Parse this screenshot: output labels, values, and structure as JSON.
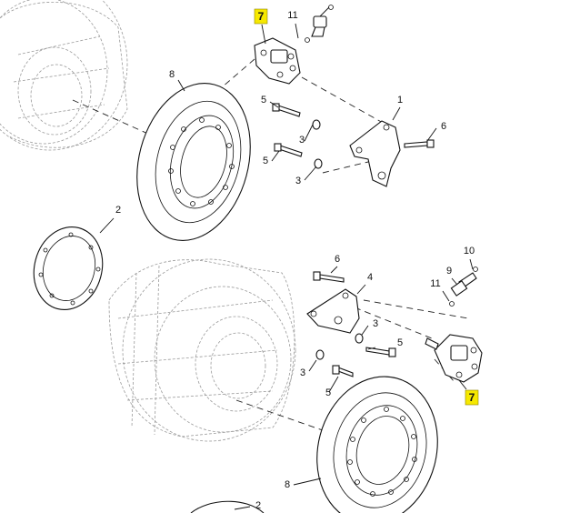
{
  "callouts": {
    "c7_top": "7",
    "c11_top": "11",
    "c8_top": "8",
    "c1": "1",
    "c6_right": "6",
    "c5_a": "5",
    "c3_a": "3",
    "c5_b": "5",
    "c3_b": "3",
    "c2_top": "2",
    "c10": "10",
    "c9": "9",
    "c11_bot": "11",
    "c6_mid": "6",
    "c4": "4",
    "c3_c": "3",
    "c5_c": "5",
    "c3_d": "3",
    "c5_d": "5",
    "c7_bot": "7",
    "c8_bot": "8",
    "c2_bot": "2"
  },
  "colors": {
    "highlight": "#f6e800",
    "line": "#111111",
    "ghost": "#9a9a9a"
  }
}
